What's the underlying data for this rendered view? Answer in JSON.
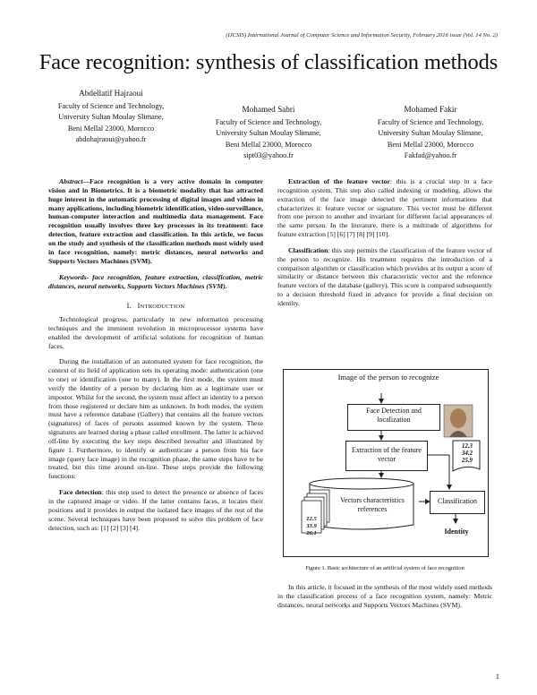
{
  "header": "(IJCSIS) International Journal of Computer Science and Information Security, February 2016 issue (Vol. 14 No. 2)",
  "title": "Face recognition: synthesis of classification methods",
  "authors": [
    {
      "name": "Abdellatif Hajraoui",
      "lines": [
        "Faculty of Science and Technology,",
        "University Sultan Moulay Slimane,",
        "Beni Mellal 23000, Morocco",
        "abdohajraoui@yahoo.fr"
      ]
    },
    {
      "name": "Mohamed Sabri",
      "lines": [
        "Faculty of Science and Technology,",
        "University Sultan Moulay Slimane,",
        "Beni Mellal 23000, Morocco",
        "sipt03@yahoo.fr"
      ]
    },
    {
      "name": "Mohamed Fakir",
      "lines": [
        "Faculty of Science and Technology,",
        "University Sultan Moulay Slimane,",
        "Beni Mellal 23000, Morocco",
        "Fakfad@yahoo.fr"
      ]
    }
  ],
  "abstract_label": "Abstract",
  "abstract_text": "—Face recognition is a very active domain in computer vision and in Biometrics. It is a biometric modality that has attracted huge interest in the automatic processing of digital images and videos in many applications, including biometric identification, video-surveillance, human-computer interaction and multimedia data management. Face recognition usually involves three key processes in its treatment: face detection, feature extraction and classification. In this article, we focus on the study and synthesis of the classification methods most widely used in face recognition, namely: metric distances, neural networks and Supports Vectors Machines (SVM).",
  "keywords": "Keywords- face recognition, feature extraction, classification, metric distances, neural networks, Supports Vectors Machines (SVM).",
  "section1": {
    "num": "I.",
    "first": "I",
    "rest": "NTRODUCTION"
  },
  "intro_p1": "Technological progress, particularly in new information processing techniques and the imminent revolution in microprocessor systems have enabled the development of artificial solutions for recognition of human faces.",
  "intro_p2": "During the installation of an automated system for face recognition, the context of its field of application sets its operating mode: authentication (one to one) or identification (one to many). In the first mode, the system must verify the identity of a person by declaring him as a legitimate user or impostor. Whilst for the second, the system must affect an identity to a person from those registered or declare him as unknown. In both modes, the system must have a reference database (Gallery) that contains all the feature vectors (signatures) of faces of persons assumed known by the system. These signatures are learned during a phase called enrollment. The latter is achieved off-line by executing the key steps described hereafter and illustrated by figure 1. Furthermore, to identify or authenticate a person from his face image (query face image) in the recognition phase, the same steps have to be treated, but this time around on-line. These steps provide the following functions:",
  "face_detection_label": "Face detection",
  "face_detection_text": ": this step used to detect the presence or absence of faces in the captured image or video. If the latter contains faces, it locates their positions and it provides in output the isolated face images of the rest of the scene. Several techniques have been proposed to solve this problem of face detection, such as: [1] [2] [3] [4].",
  "extraction_label": "Extraction of the feature vector",
  "extraction_text": ": this is a crucial step in a face recognition system. This step also called indexing or modeling, allows the extraction of the face image detected the pertinent informations that characterizes it: feature vector or signature. This vector must be different from one person to another and invariant for different facial appearances of the same person. In the literature, there is a multitude of algorithms for feature extraction [5] [6] [7] [8] [9] [10].",
  "classification_label": "Classification",
  "classification_text": ": this step permits the classification of the feature vector of the person to recognize. His treatment requires the introduction of a comparison algorithm or classification which provides at its output a score of similarity or distance between this characteristic vector and the reference feature vectors of the database (gallery). This score is compared subsequently to a decision threshold fixed in advance for provide a final decision on identity.",
  "figure": {
    "top_label": "Image of the person to recognize",
    "detection_box": "Face Detection and localization",
    "extraction_box": "Extraction of the feature vector",
    "vector_values": [
      "12.3",
      "34.2",
      "25.9"
    ],
    "db_label": "Vectors characteristics references",
    "db_values": [
      "12.5",
      "33.9",
      "26.1"
    ],
    "classification_box": "Classification",
    "identity": "Identity"
  },
  "figure_caption": "Figure 1. Basic architecture of an artificial system of face recognition",
  "closing_para": "In this article, it focused in the synthesis of the most widely used methods in the classification process of a face recognition system, namely: Metric distances, neural networks and Supports Vectors Machines (SVM).",
  "page_number": "1"
}
